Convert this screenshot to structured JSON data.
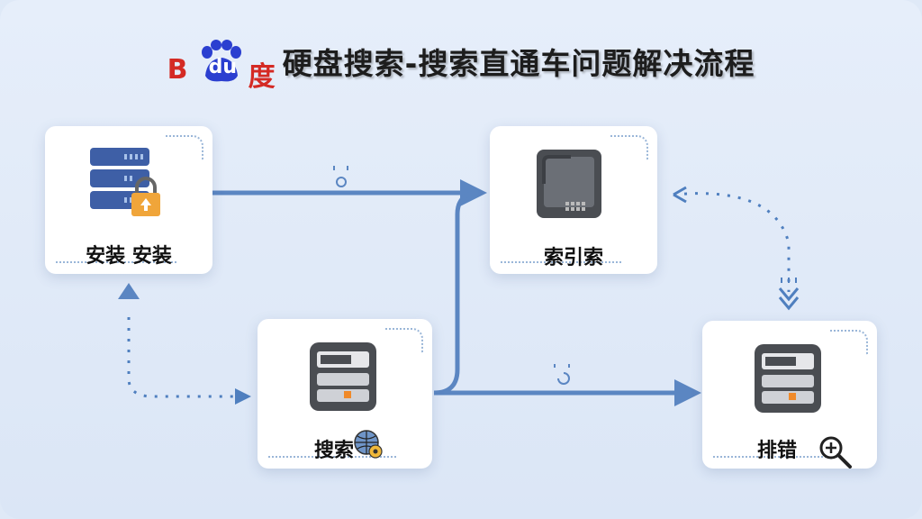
{
  "header": {
    "logo_text": "Bdu度",
    "logo_b": "B",
    "logo_du": "du",
    "logo_ideo": "度",
    "title": "硬盘搜索-搜索直通车问题解决流程"
  },
  "nodes": {
    "install": {
      "label": "安装 安装",
      "icon": "server-lock-icon"
    },
    "index": {
      "label": "索引索",
      "icon": "chip-icon"
    },
    "search": {
      "label": "搜索",
      "icon": "server-rack-icon",
      "badge_icon": "globe-gear-icon"
    },
    "debug": {
      "label": "排错",
      "icon": "server-rack-icon",
      "badge_icon": "magnifier-icon"
    }
  },
  "colors": {
    "arrow": "#5b86c2",
    "dotted": "#4f7fbf",
    "card": "#ffffff",
    "background": "#e2ebf8",
    "logo_red": "#d42a24",
    "logo_blue": "#2b3fd0"
  }
}
